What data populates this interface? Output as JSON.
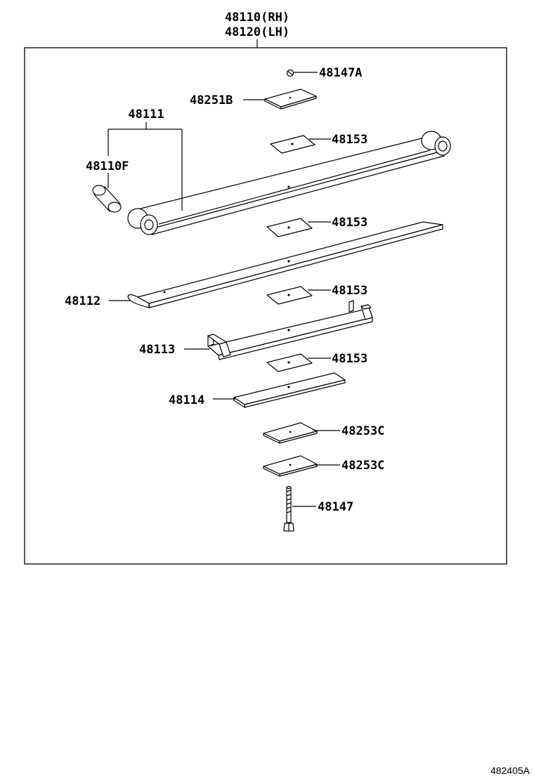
{
  "assembly": {
    "rh": "48110(RH)",
    "lh": "48120(LH)"
  },
  "labels": {
    "p48147A": "48147A",
    "p48251B": "48251B",
    "p48111": "48111",
    "p48110F": "48110F",
    "p48153_1": "48153",
    "p48153_2": "48153",
    "p48153_3": "48153",
    "p48153_4": "48153",
    "p48112": "48112",
    "p48113": "48113",
    "p48114": "48114",
    "p48253C_1": "48253C",
    "p48253C_2": "48253C",
    "p48147": "48147"
  },
  "diagram_ref": "482405A"
}
